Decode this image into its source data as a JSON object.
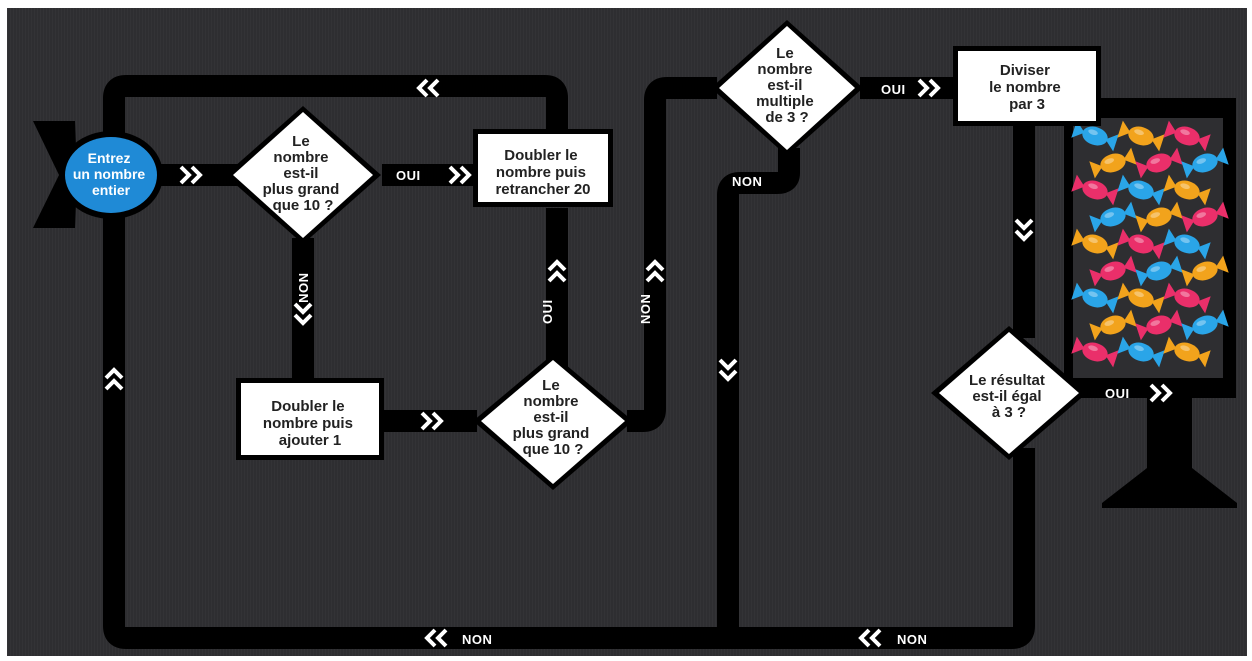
{
  "start": {
    "line1": "Entrez",
    "line2": "un nombre",
    "line3": "entier"
  },
  "decision_gt10_top": {
    "lines": [
      "Le",
      "nombre",
      "est-il",
      "plus grand",
      "que 10 ?"
    ]
  },
  "process_double_minus20": {
    "lines": [
      "Doubler le",
      "nombre puis",
      "retrancher 20"
    ]
  },
  "process_double_plus1": {
    "lines": [
      "Doubler le",
      "nombre puis",
      "ajouter 1"
    ]
  },
  "decision_gt10_bottom": {
    "lines": [
      "Le",
      "nombre",
      "est-il",
      "plus grand",
      "que 10 ?"
    ]
  },
  "decision_multiple3": {
    "lines": [
      "Le",
      "nombre",
      "est-il",
      "multiple",
      "de 3 ?"
    ]
  },
  "process_divide3": {
    "lines": [
      "Diviser",
      "le nombre",
      "par 3"
    ]
  },
  "decision_equal3": {
    "lines": [
      "Le résultat",
      "est-il égal",
      "à 3 ?"
    ]
  },
  "labels": {
    "oui": "OUI",
    "non": "NON"
  },
  "colors": {
    "background": "#2e2e31",
    "track": "#000000",
    "start_fill": "#1f8ad6",
    "node_fill": "#ffffff",
    "candy": [
      "#2aa5e8",
      "#f2a31c",
      "#ea2f6a"
    ]
  }
}
